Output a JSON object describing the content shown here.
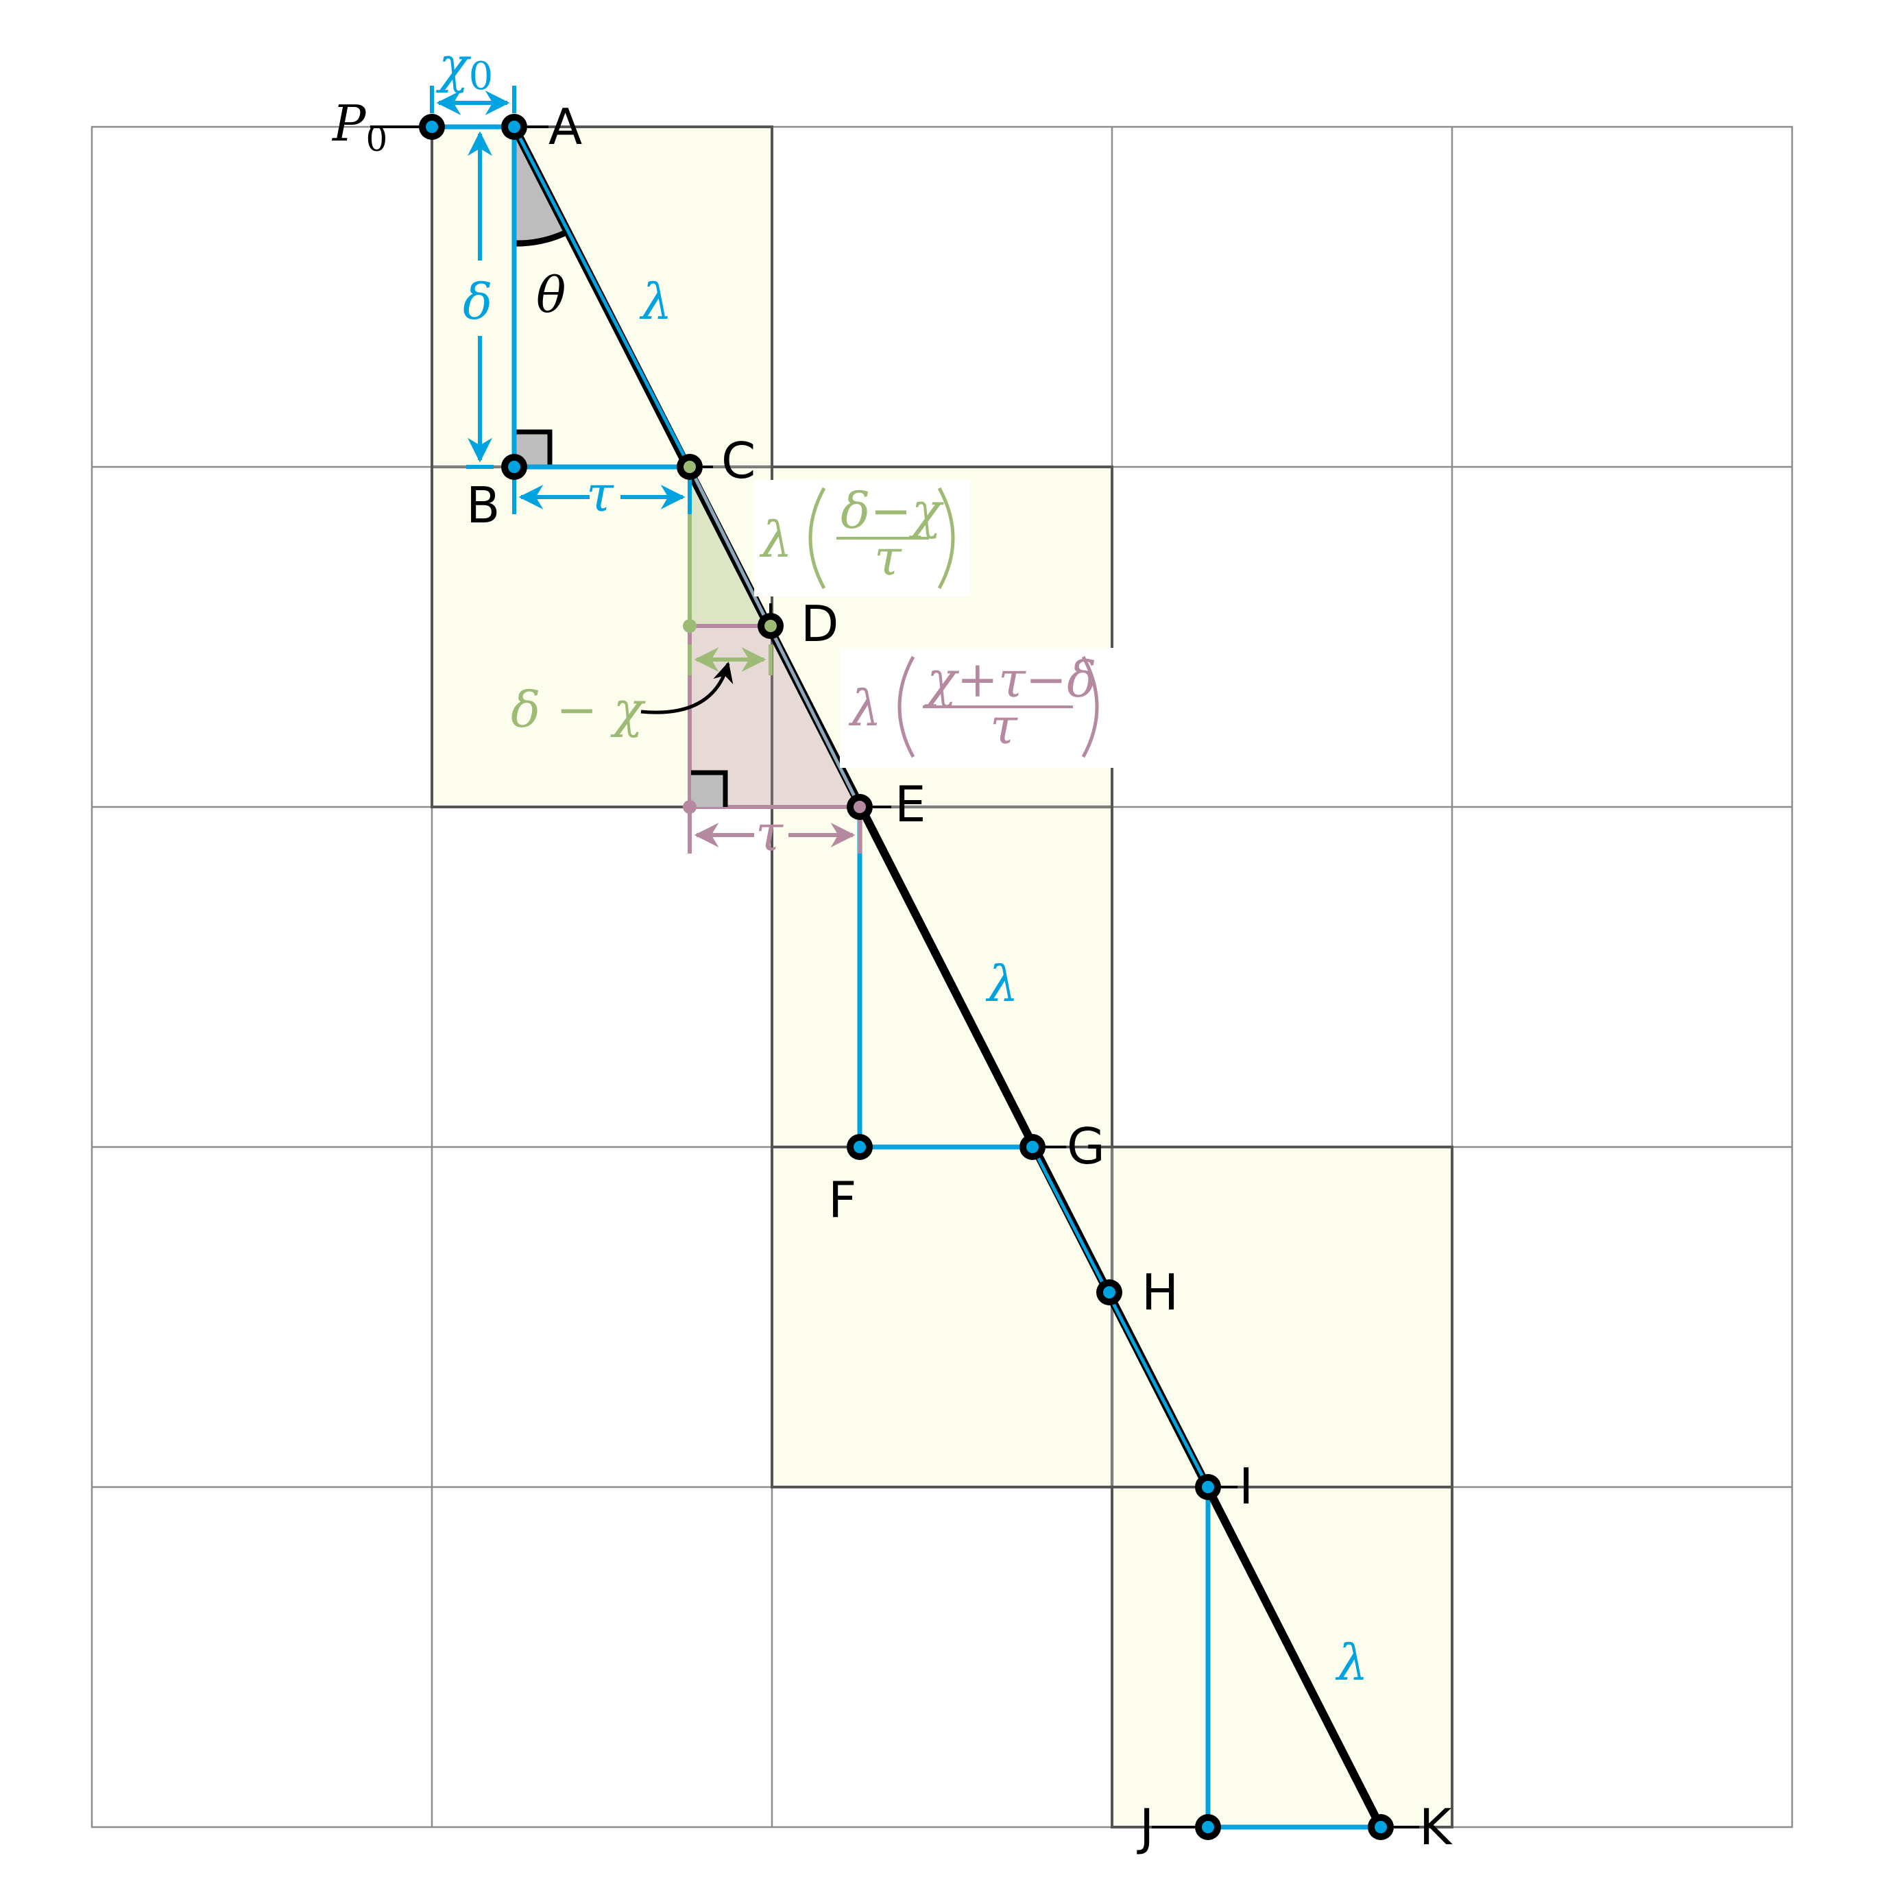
{
  "points": {
    "P0": "P",
    "P0_sub": "0",
    "A": "A",
    "B": "B",
    "C": "C",
    "D": "D",
    "E": "E",
    "F": "F",
    "G": "G",
    "H": "H",
    "I": "I",
    "J": "J",
    "K": "K"
  },
  "symbols": {
    "chi0": "χ",
    "chi0_sub": "0",
    "delta": "δ",
    "theta": "θ",
    "lambda": "λ",
    "tau": "τ",
    "delta_minus_chi": "δ − χ",
    "green_coef": "λ",
    "green_numerator": "δ−χ",
    "green_denominator": "τ",
    "mauve_coef": "λ",
    "mauve_numerator": "χ+τ−δ",
    "mauve_denominator": "τ"
  },
  "colors": {
    "accent_blue": "#00a3e0",
    "green": "#9dbb75",
    "mauve": "#b58aa0",
    "cell_fill": "#fdfdee",
    "grid": "#8c8c8c",
    "ray": "#000000"
  }
}
